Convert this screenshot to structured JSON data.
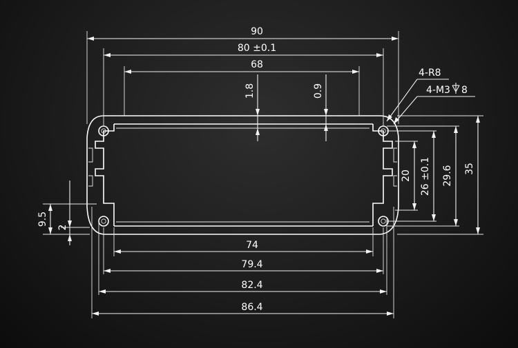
{
  "dimensions": {
    "overall_width": "90",
    "hole_spacing": "80 ±0.1",
    "inner_span": "68",
    "top_offset_left": "1.8",
    "top_offset_right": "0.9",
    "corner_radius": "4-R8",
    "thread_callout": "4-M3",
    "thread_depth": "8",
    "bottom_74": "74",
    "bottom_79": "79.4",
    "bottom_82": "82.4",
    "bottom_86": "86.4",
    "height_20": "20",
    "height_26": "26 ±0.1",
    "height_29": "29.6",
    "height_35": "35",
    "left_9_5": "9.5",
    "left_2": "2"
  },
  "colors": {
    "background": "#1c1c1c",
    "lines": "#f2f2f2"
  }
}
